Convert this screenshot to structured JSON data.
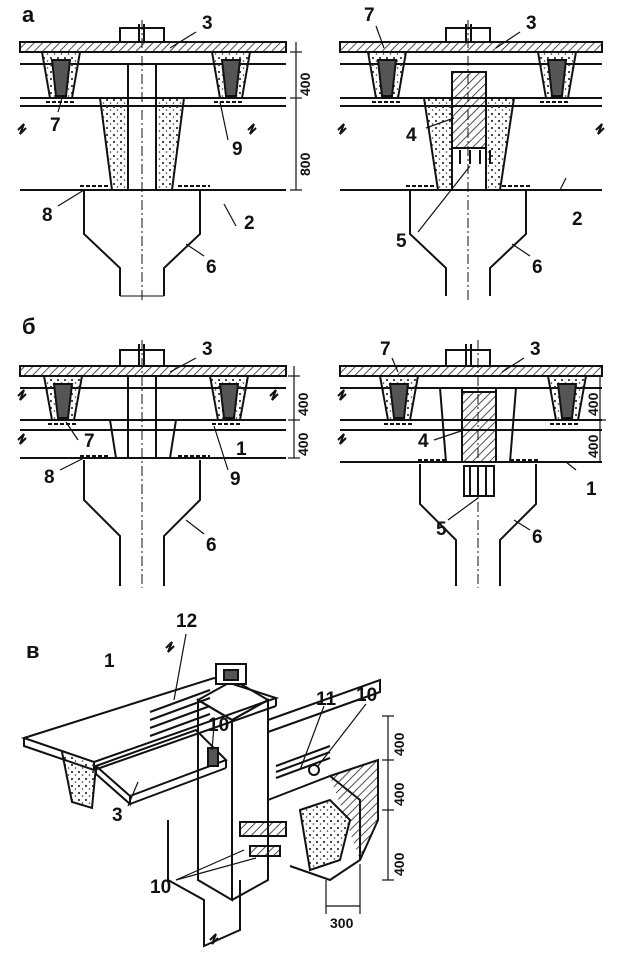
{
  "sections": [
    "а",
    "б",
    "в"
  ],
  "panel_a_left": {
    "labels": [
      "3",
      "7",
      "9",
      "8",
      "2",
      "6"
    ],
    "dims": [
      "400",
      "800"
    ]
  },
  "panel_a_right": {
    "labels": [
      "7",
      "3",
      "4",
      "5",
      "2",
      "6"
    ]
  },
  "panel_b_left": {
    "labels": [
      "3",
      "7",
      "8",
      "1",
      "9",
      "6"
    ],
    "dims": [
      "400",
      "400"
    ]
  },
  "panel_b_right": {
    "labels": [
      "7",
      "3",
      "4",
      "5",
      "6",
      "1"
    ],
    "dims": [
      "400",
      "400"
    ]
  },
  "panel_c": {
    "labels": [
      "1",
      "12",
      "11",
      "10",
      "10",
      "3",
      "10"
    ],
    "dims": [
      "400",
      "400",
      "400",
      "300"
    ]
  },
  "colors": {
    "ink": "#111111",
    "paper": "#ffffff",
    "hatch": "#444444"
  }
}
